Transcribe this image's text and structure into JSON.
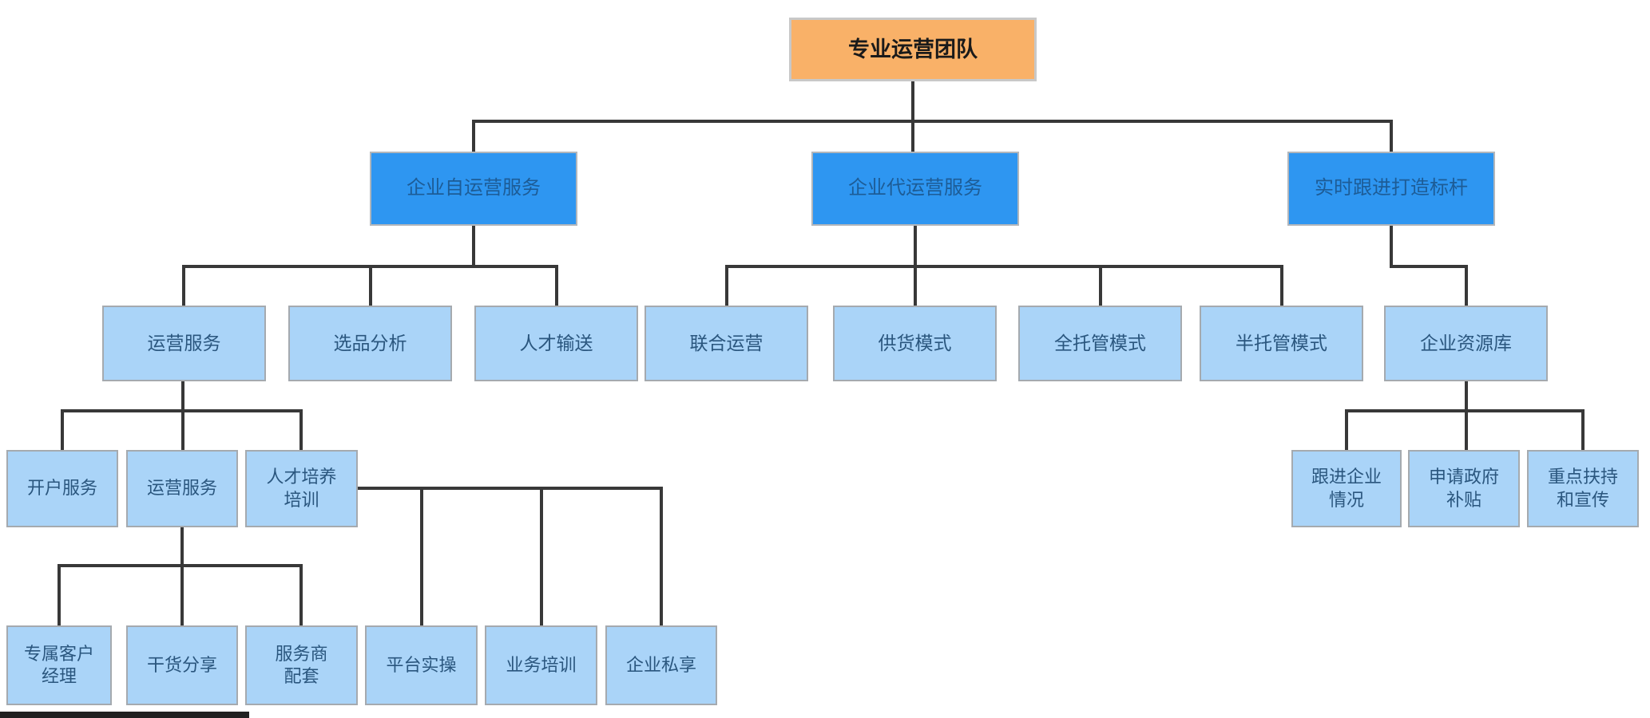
{
  "palette": {
    "background": "#ffffff",
    "root_fill": "#f9b168",
    "root_border": "#c8c8c8",
    "root_text": "#1a1a1a",
    "branch_fill": "#2e96f1",
    "branch_border": "#b2b6bb",
    "branch_text": "#1d5c96",
    "leaf_fill": "#aad4f8",
    "leaf_border": "#a5aaaf",
    "leaf_text": "#2a567e",
    "line": "#383838",
    "footer_bar": "#202020"
  },
  "nodes": [
    {
      "id": "root",
      "label": "专业运营团队"
    },
    {
      "id": "self-operation",
      "label": "企业自运营服务"
    },
    {
      "id": "agency-operation",
      "label": "企业代运营服务"
    },
    {
      "id": "benchmark-tracking",
      "label": "实时跟进打造标杆"
    },
    {
      "id": "operation-service",
      "label": "运营服务"
    },
    {
      "id": "selection-analysis",
      "label": "选品分析"
    },
    {
      "id": "talent-delivery",
      "label": "人才输送"
    },
    {
      "id": "joint-operation",
      "label": "联合运营"
    },
    {
      "id": "supply-mode",
      "label": "供货模式"
    },
    {
      "id": "full-custody-mode",
      "label": "全托管模式"
    },
    {
      "id": "semi-custody-mode",
      "label": "半托管模式"
    },
    {
      "id": "enterprise-resource-library",
      "label": "企业资源库"
    },
    {
      "id": "account-opening",
      "label": "开户服务"
    },
    {
      "id": "operation-service-sub",
      "label": "运营服务"
    },
    {
      "id": "talent-training",
      "label": "人才培养\n培训"
    },
    {
      "id": "follow-up-status",
      "label": "跟进企业\n情况"
    },
    {
      "id": "government-subsidy",
      "label": "申请政府\n补贴"
    },
    {
      "id": "key-support-promo",
      "label": "重点扶持\n和宣传"
    },
    {
      "id": "dedicated-manager",
      "label": "专属客户\n经理"
    },
    {
      "id": "knowledge-sharing",
      "label": "干货分享"
    },
    {
      "id": "service-provider-support",
      "label": "服务商\n配套"
    },
    {
      "id": "platform-practice",
      "label": "平台实操"
    },
    {
      "id": "business-training",
      "label": "业务培训"
    },
    {
      "id": "enterprise-private-sharing",
      "label": "企业私享"
    }
  ],
  "tree": {
    "label": "专业运营团队",
    "children": [
      {
        "label": "企业自运营服务",
        "children": [
          {
            "label": "运营服务",
            "children": [
              {
                "label": "开户服务"
              },
              {
                "label": "运营服务",
                "children": [
                  {
                    "label": "专属客户经理"
                  },
                  {
                    "label": "干货分享"
                  },
                  {
                    "label": "服务商配套"
                  }
                ]
              },
              {
                "label": "人才培养培训",
                "children": [
                  {
                    "label": "平台实操"
                  },
                  {
                    "label": "业务培训"
                  },
                  {
                    "label": "企业私享"
                  }
                ]
              }
            ]
          },
          {
            "label": "选品分析"
          },
          {
            "label": "人才输送"
          }
        ]
      },
      {
        "label": "企业代运营服务",
        "children": [
          {
            "label": "联合运营"
          },
          {
            "label": "供货模式"
          },
          {
            "label": "全托管模式"
          },
          {
            "label": "半托管模式"
          }
        ]
      },
      {
        "label": "实时跟进打造标杆",
        "children": [
          {
            "label": "企业资源库",
            "children": [
              {
                "label": "跟进企业情况"
              },
              {
                "label": "申请政府补贴"
              },
              {
                "label": "重点扶持和宣传"
              }
            ]
          }
        ]
      }
    ]
  }
}
